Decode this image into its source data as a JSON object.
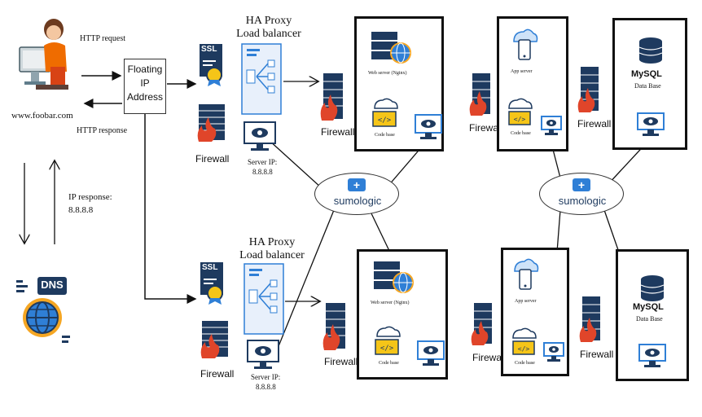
{
  "client": {
    "url": "www.foobar.com",
    "http_request": "HTTP request",
    "http_response": "HTTP response",
    "ip_response": "IP response:",
    "ip_value": "8.8.8.8"
  },
  "floating_ip": {
    "line1": "Floating",
    "line2": "IP",
    "line3": "Address"
  },
  "dns": {
    "label": "DNS"
  },
  "lb_top": {
    "title1": "HA Proxy",
    "title2": "Load balancer",
    "ssl": "SSL",
    "firewall": "Firewall",
    "server_ip_label": "Server IP:",
    "server_ip": "8.8.8.8"
  },
  "lb_bottom": {
    "title1": "HA Proxy",
    "title2": "Load balancer",
    "ssl": "SSL",
    "firewall": "Firewall",
    "server_ip_label": "Server IP:",
    "server_ip": "8.8.8.8"
  },
  "web_top": {
    "firewall": "Firewall",
    "web_server": "Web server (Nginx)",
    "code_base": "Code base"
  },
  "web_bottom": {
    "firewall": "Firewall",
    "web_server": "Web server (Nginx)",
    "code_base": "Code base"
  },
  "app_top": {
    "firewall": "Firewall",
    "app_server": "App server",
    "code_base": "Code base"
  },
  "app_bottom": {
    "firewall": "Firewall",
    "app_server": "App server",
    "code_base": "Code base"
  },
  "db_top": {
    "firewall": "Firewall",
    "mysql": "MySQL",
    "database": "Data Base"
  },
  "db_bottom": {
    "firewall": "Firewall",
    "mysql": "MySQL",
    "database": "Data Base"
  },
  "sumo_left": {
    "text": "sumologic"
  },
  "sumo_right": {
    "text": "sumologic"
  },
  "colors": {
    "accent_blue": "#2f7fd6",
    "firewall_red": "#e0452a",
    "dark_navy": "#1e3a5f",
    "code_yellow": "#f5c518"
  }
}
